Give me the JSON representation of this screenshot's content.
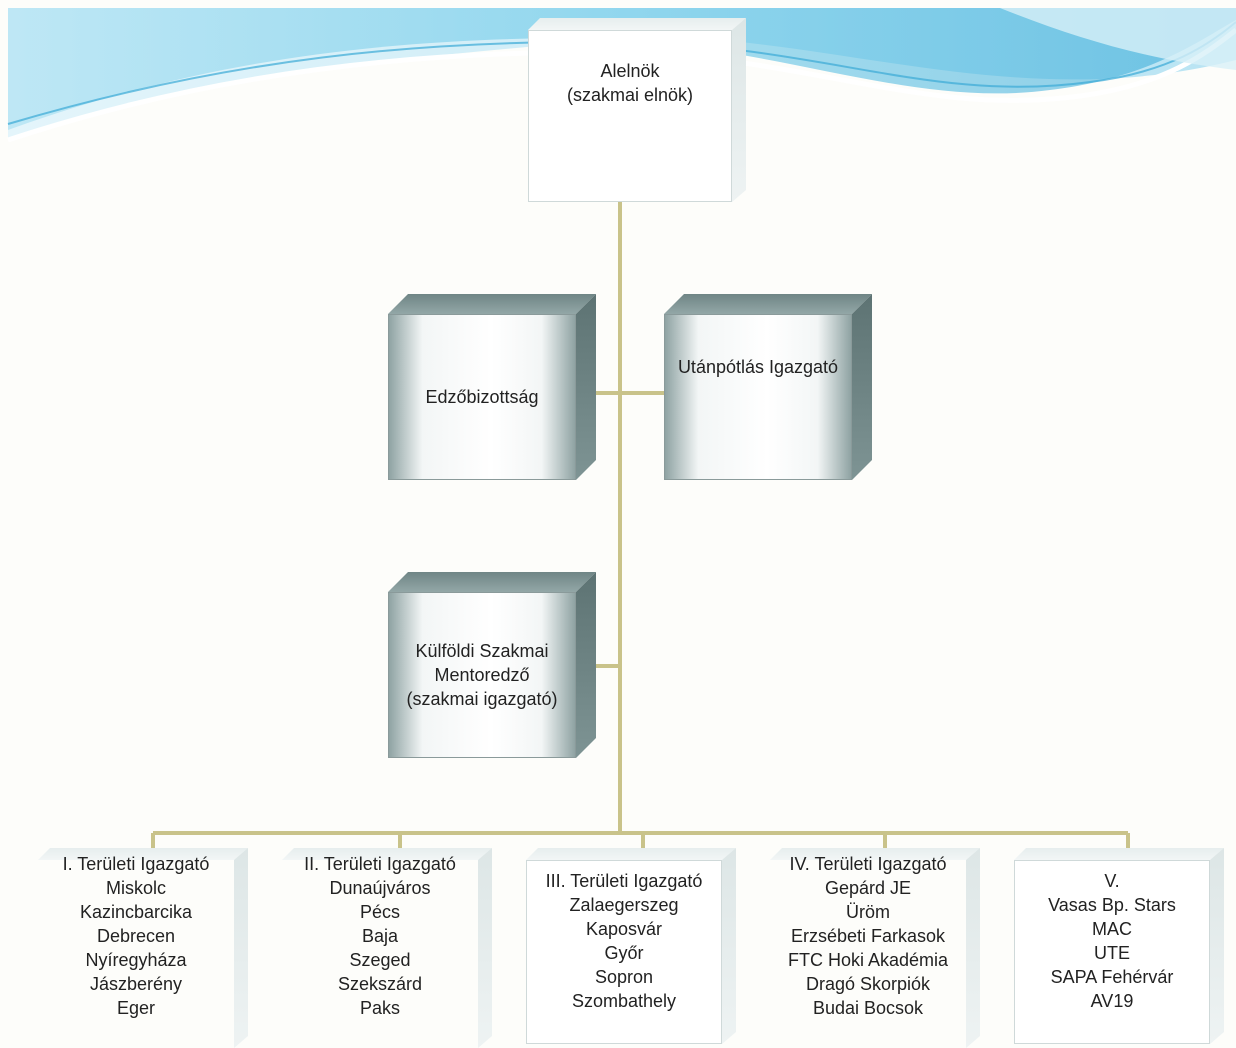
{
  "chart": {
    "root": {
      "lines": [
        "Alelnök",
        "(szakmai elnök)"
      ]
    },
    "left_mid": {
      "lines": [
        "Edzőbizottság"
      ]
    },
    "right_mid": {
      "lines": [
        "Utánpótlás Igazgató"
      ]
    },
    "mentor": {
      "lines": [
        "Külföldi Szakmai",
        "Mentoredző",
        "(szakmai igazgató)"
      ]
    },
    "regions": [
      {
        "lines": [
          "I. Területi Igazgató",
          "Miskolc",
          "Kazincbarcika",
          "Debrecen",
          "Nyíregyháza",
          "Jászberény",
          "Eger"
        ]
      },
      {
        "lines": [
          "II. Területi Igazgató",
          "Dunaújváros",
          "Pécs",
          "Baja",
          "Szeged",
          "Szekszárd",
          "Paks"
        ]
      },
      {
        "lines": [
          "III. Területi Igazgató",
          "Zalaegerszeg",
          "Kaposvár",
          "Győr",
          "Sopron",
          "Szombathely"
        ]
      },
      {
        "lines": [
          "IV. Területi Igazgató",
          "Gepárd JE",
          "Üröm",
          "Erzsébeti Farkasok",
          "FTC Hoki Akadémia",
          "Dragó Skorpiók",
          "Budai Bocsok"
        ]
      },
      {
        "lines": [
          "V.",
          "Vasas Bp. Stars",
          "MAC",
          "UTE",
          "SAPA Fehérvár",
          "AV19"
        ]
      }
    ]
  },
  "colors": {
    "connector": "#c9c38a",
    "box_dark": "#7e9494",
    "wave": "#5ec4e6"
  }
}
